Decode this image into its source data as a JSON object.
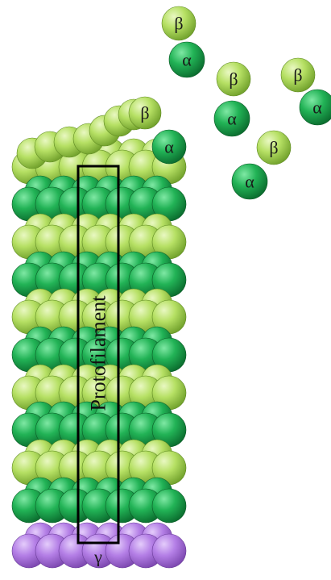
{
  "colors": {
    "beta": "#a6d855",
    "alpha": "#1fa84f",
    "gamma": "#b07fe0",
    "outline": "#000000"
  },
  "labels": {
    "beta": "β",
    "alpha": "α",
    "gamma": "γ",
    "protofilament": "Protofilament"
  }
}
